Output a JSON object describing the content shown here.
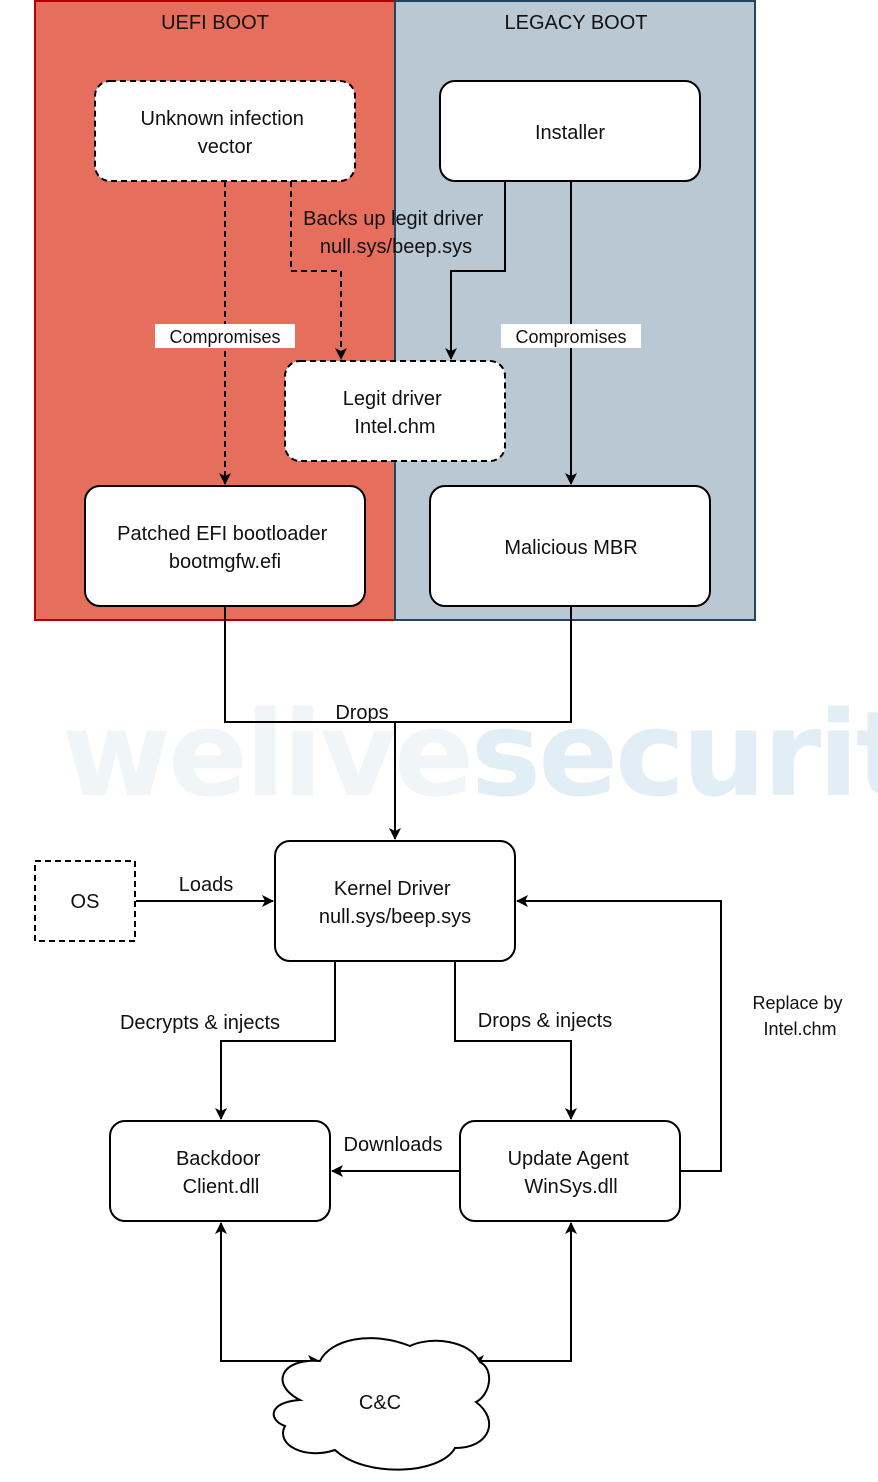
{
  "panels": {
    "uefi": {
      "title": "UEFI BOOT",
      "fill": "#E66E5D",
      "stroke": "#B20000"
    },
    "legacy": {
      "title": "LEGACY BOOT",
      "fill": "#BAC8D3",
      "stroke": "#23445D"
    }
  },
  "watermark": {
    "part1": "welive",
    "part2": "security",
    "color1": "#F0F5F8",
    "color2": "#E1EEF5"
  },
  "nodes": {
    "unknown_vector": {
      "line1": "Unknown infection",
      "line2": "vector"
    },
    "installer": {
      "line1": "Installer"
    },
    "legit_driver": {
      "line1": "Legit driver",
      "line2": "Intel.chm"
    },
    "patched_efi": {
      "line1": "Patched EFI bootloader",
      "line2": "bootmgfw.efi"
    },
    "malicious_mbr": {
      "line1": "Malicious MBR"
    },
    "os": {
      "line1": "OS"
    },
    "kernel_driver": {
      "line1": "Kernel Driver",
      "line2": "null.sys/beep.sys"
    },
    "backdoor": {
      "line1": "Backdoor",
      "line2": "Client.dll"
    },
    "update_agent": {
      "line1": "Update Agent",
      "line2": "WinSys.dll"
    },
    "cnc": {
      "line1": "C&C"
    }
  },
  "edges": {
    "backs_up": {
      "line1": "Backs up legit driver",
      "line2": "null.sys/beep.sys"
    },
    "compromises_uefi": "Compromises",
    "compromises_legacy": "Compromises",
    "drops": "Drops",
    "loads": "Loads",
    "decrypts_injects": "Decrypts & injects",
    "drops_injects": "Drops & injects",
    "downloads": "Downloads",
    "replace_by": {
      "line1": "Replace by",
      "line2": "Intel.chm"
    }
  }
}
